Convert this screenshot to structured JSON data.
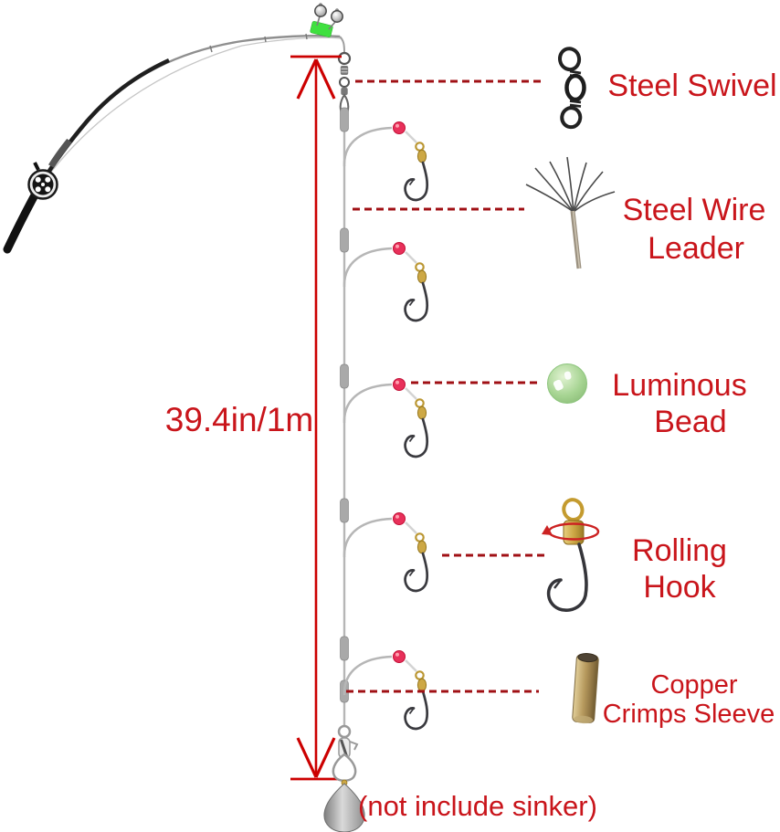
{
  "diagram_type": "fishing-rig-product-diagram",
  "measurement": {
    "label": "39.4in/1m"
  },
  "note": {
    "sinker": "(not include sinker)"
  },
  "legend": {
    "items": [
      {
        "id": "steel-swivel",
        "icon": "barrel-swivel-icon",
        "lines": [
          "Steel Swivel"
        ]
      },
      {
        "id": "steel-wire-leader",
        "icon": "frayed-steel-wire-icon",
        "lines": [
          "Steel Wire",
          "Leader"
        ]
      },
      {
        "id": "luminous-bead",
        "icon": "green-luminous-bead-icon",
        "lines": [
          "Luminous",
          "Bead"
        ]
      },
      {
        "id": "rolling-hook",
        "icon": "rolling-hook-icon",
        "lines": [
          "Rolling",
          "Hook"
        ]
      },
      {
        "id": "copper-crimps-sleeve",
        "icon": "copper-tube-icon",
        "lines": [
          "Copper",
          "Crimps Sleeve"
        ]
      }
    ]
  },
  "rig": {
    "hook_count": 5,
    "has_rod_bells": true,
    "has_bottom_snap_swivel": true,
    "sinker_included": false
  },
  "colors": {
    "label_red": "#c9151b",
    "dashed_connector_red": "#a01015",
    "measure_arrow_red": "#cc0000",
    "dropper_bead_red": "#e8305a",
    "luminous_bead_green": "#a6d492",
    "rod_tip_band_green": "#3fe03f",
    "crimp_gold": "#cda845",
    "line_gray": "#b6b6b6"
  }
}
